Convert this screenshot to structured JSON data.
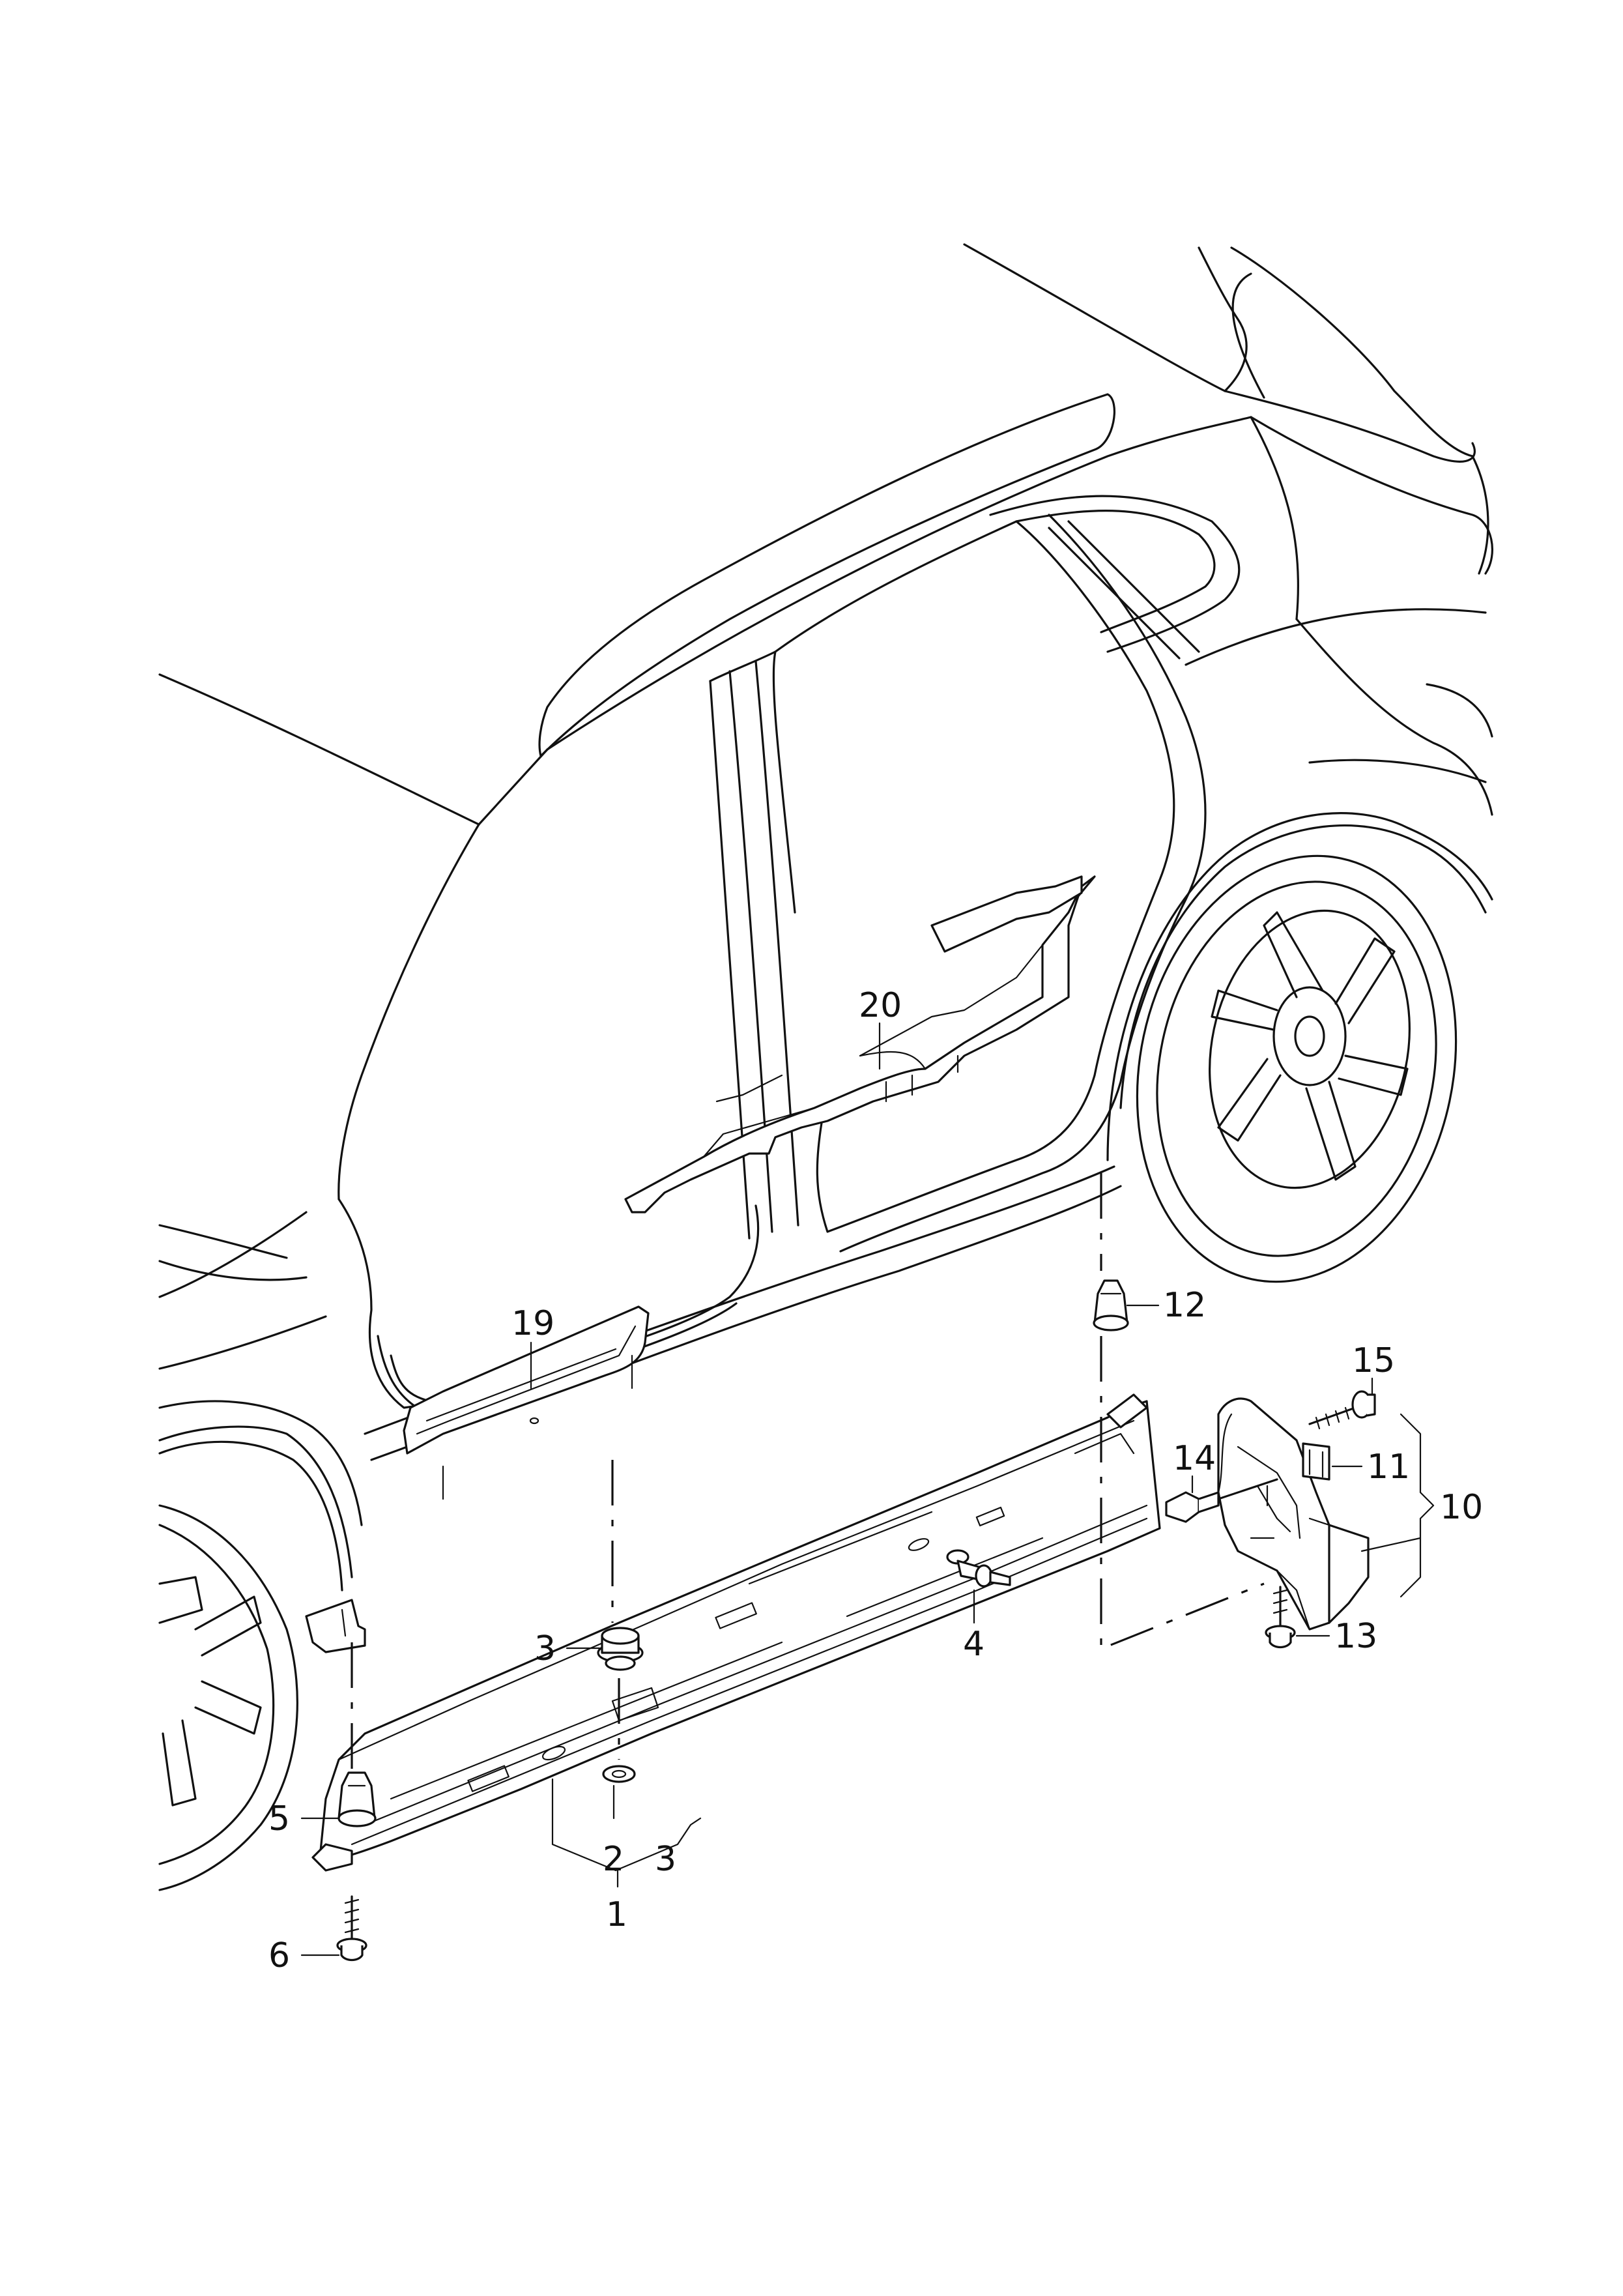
{
  "diagram": {
    "callouts": [
      {
        "id": "c1",
        "text": "1"
      },
      {
        "id": "c2",
        "text": "2"
      },
      {
        "id": "c3a",
        "text": "3"
      },
      {
        "id": "c3b",
        "text": "3"
      },
      {
        "id": "c4",
        "text": "4"
      },
      {
        "id": "c5",
        "text": "5"
      },
      {
        "id": "c6",
        "text": "6"
      },
      {
        "id": "c10",
        "text": "10"
      },
      {
        "id": "c11",
        "text": "11"
      },
      {
        "id": "c12",
        "text": "12"
      },
      {
        "id": "c13",
        "text": "13"
      },
      {
        "id": "c14",
        "text": "14"
      },
      {
        "id": "c15",
        "text": "15"
      },
      {
        "id": "c19",
        "text": "19"
      },
      {
        "id": "c20",
        "text": "20"
      }
    ]
  }
}
